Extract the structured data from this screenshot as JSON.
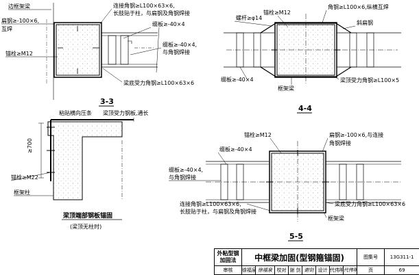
{
  "section_3_3": {
    "title": "3-3",
    "labels": {
      "edge_beam": "边框架梁",
      "flat_steel": "扁钢≥-100×6,",
      "weld_each": "互焊",
      "anchor_bolt": "锚栓≥M12",
      "connect_angle_1": "连接角钢≥L100×63×6,",
      "connect_angle_2": "长肢贴于柱，与扁钢及角钢焊接",
      "batten": "缀板≥-40×4",
      "batten2_1": "缀板≥-40×4,",
      "batten2_2": "与角钢焊接",
      "bottom_angle": "梁底受力角钢≥L100×63×6"
    }
  },
  "section_4_4": {
    "title": "4-4",
    "labels": {
      "anchor_rod": "螺杆≥φ14",
      "anchor_bolt": "锚栓≥M12",
      "angle_longitudinal": "角钢≥L100×6,纵横互焊",
      "diagonal_flat": "斜扁钢",
      "batten": "缀板≥-40×4",
      "frame_beam": "框架梁",
      "top_angle": "梁顶受力角钢≥L100×5"
    }
  },
  "end_anchor": {
    "title": "梁顶端部钢板锚固",
    "subtitle": "(梁顶无柱时)",
    "labels": {
      "paste_strip": "粘贴横向压条",
      "top_plate": "梁顶受力钢板,通长",
      "length": "≥700",
      "anchor_bolt": "锚栓≥M22",
      "frame_column": "框架柱"
    }
  },
  "section_5_5": {
    "title": "5-5",
    "labels": {
      "anchor_bolt": "锚栓≥M12",
      "flat_steel_1": "扁钢≥-100×6,与连接",
      "flat_steel_2": "角钢焊接",
      "batten": "缀板≥-40×4",
      "batten2_1": "缀板≥-40×4,",
      "batten2_2": "与角钢焊接",
      "connect_angle_1": "连接角钢≥L100×63×6,",
      "connect_angle_2": "长肢贴于柱，与扁钢及角钢焊接",
      "bottom_angle": "梁底受力角钢≥L100×63×6",
      "frame_beam": "框架梁"
    }
  },
  "title_block": {
    "category_1": "外粘型钢",
    "category_2": "加固法",
    "main_title": "中框梁加固(型钢箍锚固)",
    "atlas_label": "图集号",
    "atlas_no": "13G311-1",
    "review_label": "审核",
    "reviewer": "徐福泉",
    "reviewer_sign": "徐福泉",
    "check_label": "校对",
    "checker": "谢  剑",
    "checker_sign": "谢剑",
    "design_label": "设计",
    "designer": "代伟明",
    "designer_sign": "代伟明",
    "page_label": "页",
    "page_no": "69"
  }
}
